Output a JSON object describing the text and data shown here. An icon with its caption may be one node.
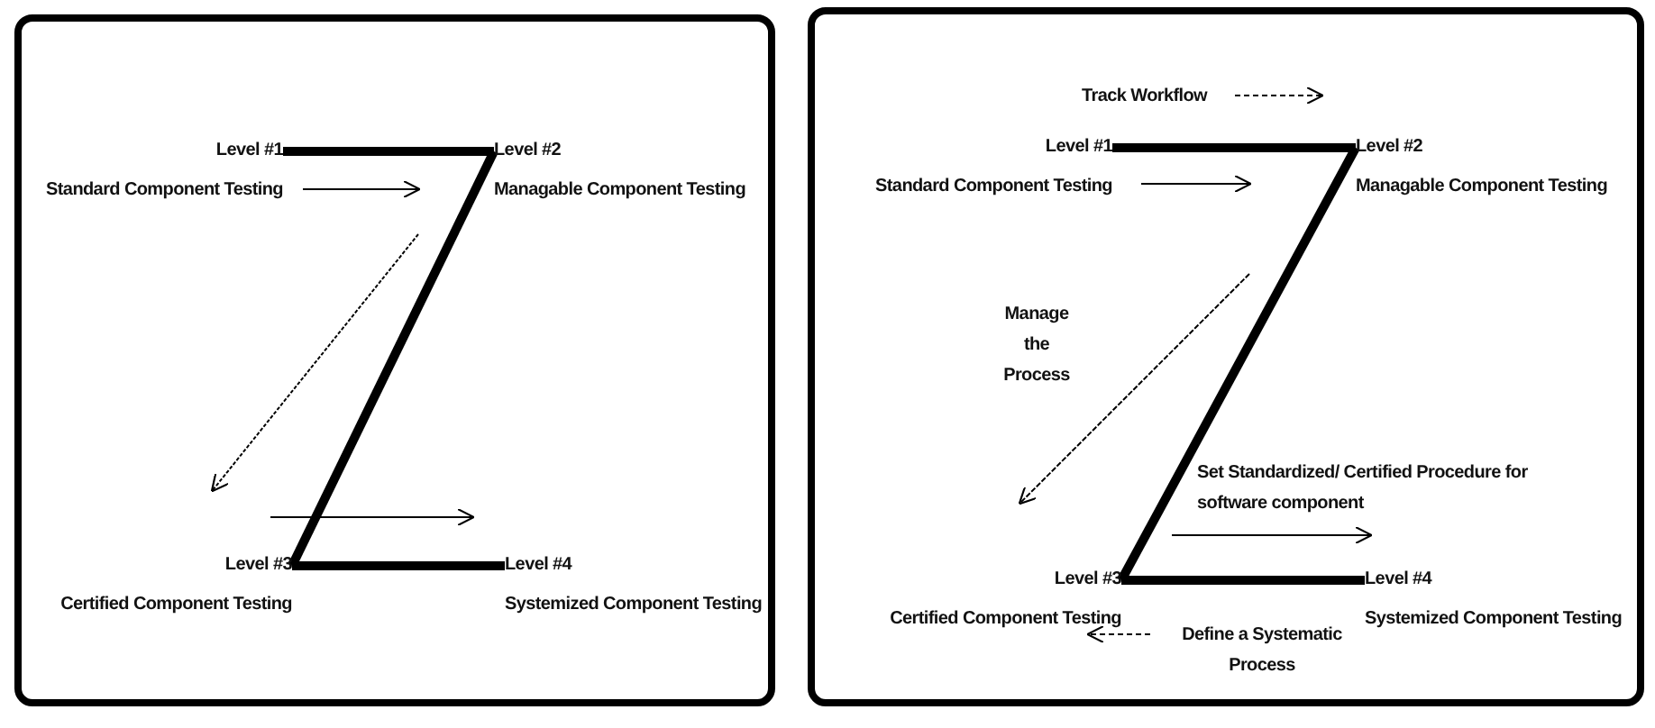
{
  "diagram": {
    "nodes": [
      {
        "text": [],
        "shape": "box"
      },
      {
        "text": [
          "Level #1",
          "Standard Component Testing"
        ],
        "in": 0
      },
      {
        "text": [
          "Level #2",
          "Managable Component Testing"
        ],
        "in": 0
      },
      {
        "text": [
          "Level #3",
          "Certified Component Testing"
        ],
        "in": 0
      },
      {
        "text": [
          "Level #4",
          "Systemized Component Testing"
        ],
        "in": 0
      },
      {
        "text": [],
        "shape": "box"
      },
      {
        "text": [
          "Level #1",
          "Standard Component Testing"
        ],
        "in": 5
      },
      {
        "text": [
          "Level #2",
          "Managable Component Testing"
        ],
        "in": 5
      },
      {
        "text": [
          "Level #3",
          "Certified Component Testing"
        ],
        "in": 5
      },
      {
        "text": [
          "Level #4",
          "Systemized Component Testing"
        ],
        "in": 5
      }
    ],
    "edges": [
      {
        "from": 1,
        "to": 2,
        "arrow": "none"
      },
      {
        "from": 2,
        "to": 3,
        "arrow": "none"
      },
      {
        "from": 3,
        "to": 4,
        "arrow": "none"
      },
      {
        "from": 6,
        "to": 7,
        "arrow": "none"
      },
      {
        "from": 7,
        "to": 8,
        "arrow": "none"
      },
      {
        "from": 8,
        "to": 9,
        "arrow": "none"
      }
    ],
    "labels": [
      "Track Workflow",
      "Manage the Process",
      "Set Standardized/ Certified Procedure for software component",
      "Define a Systematic Process"
    ]
  }
}
